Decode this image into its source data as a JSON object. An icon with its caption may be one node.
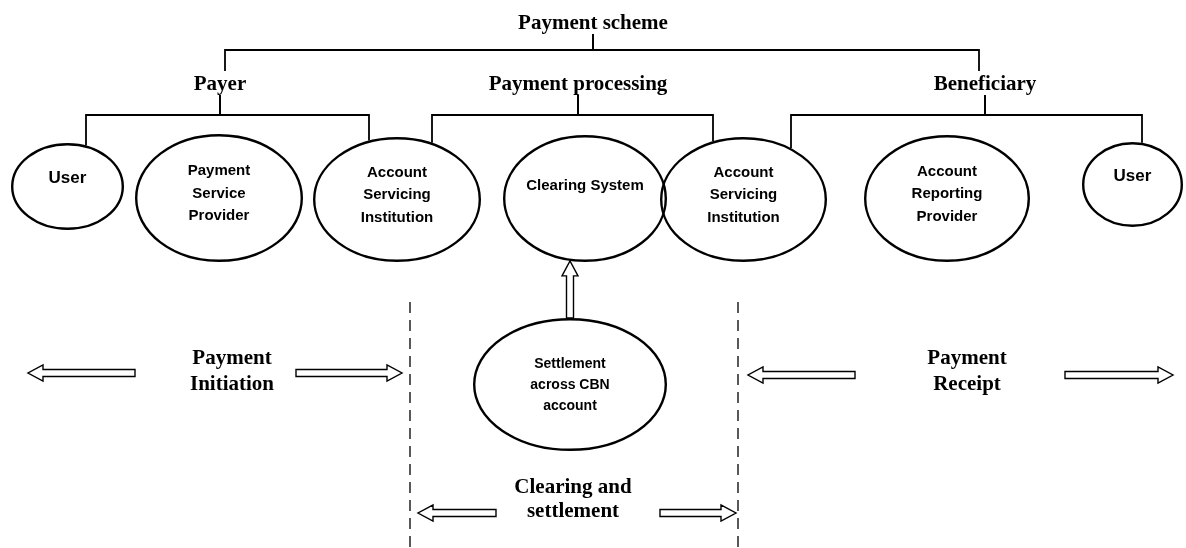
{
  "diagram": {
    "nodes": [
      {
        "text": [
          "Payment scheme"
        ]
      },
      {
        "text": [
          "Payer"
        ]
      },
      {
        "text": [
          "Payment processing"
        ]
      },
      {
        "text": [
          "Beneficiary"
        ]
      },
      {
        "text": [
          "User"
        ]
      },
      {
        "text": [
          "Payment Service Provider"
        ]
      },
      {
        "text": [
          "Account Servicing Institution"
        ]
      },
      {
        "text": [
          "Clearing System"
        ]
      },
      {
        "text": [
          "Account Servicing Institution"
        ]
      },
      {
        "text": [
          "Account Reporting Provider"
        ]
      },
      {
        "text": [
          "User"
        ]
      },
      {
        "text": [
          "Settlement across CBN account"
        ]
      }
    ],
    "edges": [
      {
        "from": 0,
        "to": 1,
        "arrow": "none"
      },
      {
        "from": 0,
        "to": 3,
        "arrow": "none"
      },
      {
        "from": 1,
        "to": 4,
        "arrow": "none"
      },
      {
        "from": 1,
        "to": 6,
        "arrow": "none"
      },
      {
        "from": 2,
        "to": 6,
        "arrow": "none"
      },
      {
        "from": 2,
        "to": 8,
        "arrow": "none"
      },
      {
        "from": 3,
        "to": 8,
        "arrow": "none"
      },
      {
        "from": 3,
        "to": 10,
        "arrow": "none"
      },
      {
        "from": 11,
        "to": 7,
        "arrow": "to"
      }
    ],
    "labels": [
      "Payment Initiation",
      "Clearing and settlement",
      "Payment Receipt"
    ]
  }
}
